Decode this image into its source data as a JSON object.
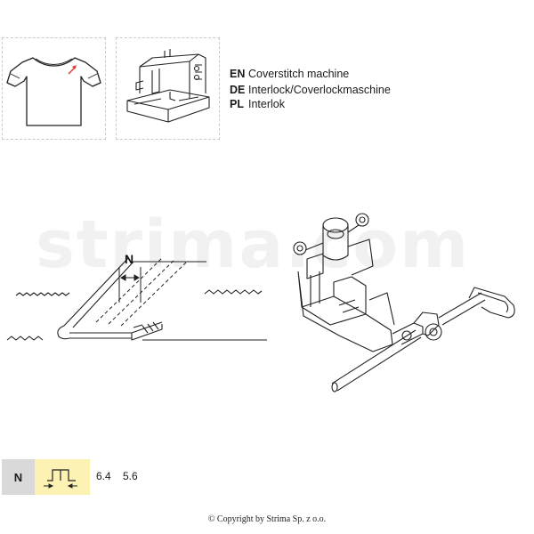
{
  "languages": [
    {
      "code": "EN",
      "text": "Coverstitch machine"
    },
    {
      "code": "DE",
      "text": "Interlock/Coverlockmaschine"
    },
    {
      "code": "PL",
      "text": "Interlok"
    }
  ],
  "watermark": "strima.com",
  "diagram": {
    "dimension_label": "N"
  },
  "spec": {
    "key": "N",
    "values": [
      "6.4",
      "5.6"
    ]
  },
  "footer": {
    "copyright": "© Copyright by Strima Sp. z o.o."
  },
  "colors": {
    "arrow": "#d9342b",
    "key_bg": "#d9d9d9",
    "icon_bg": "#fbf2b4"
  }
}
